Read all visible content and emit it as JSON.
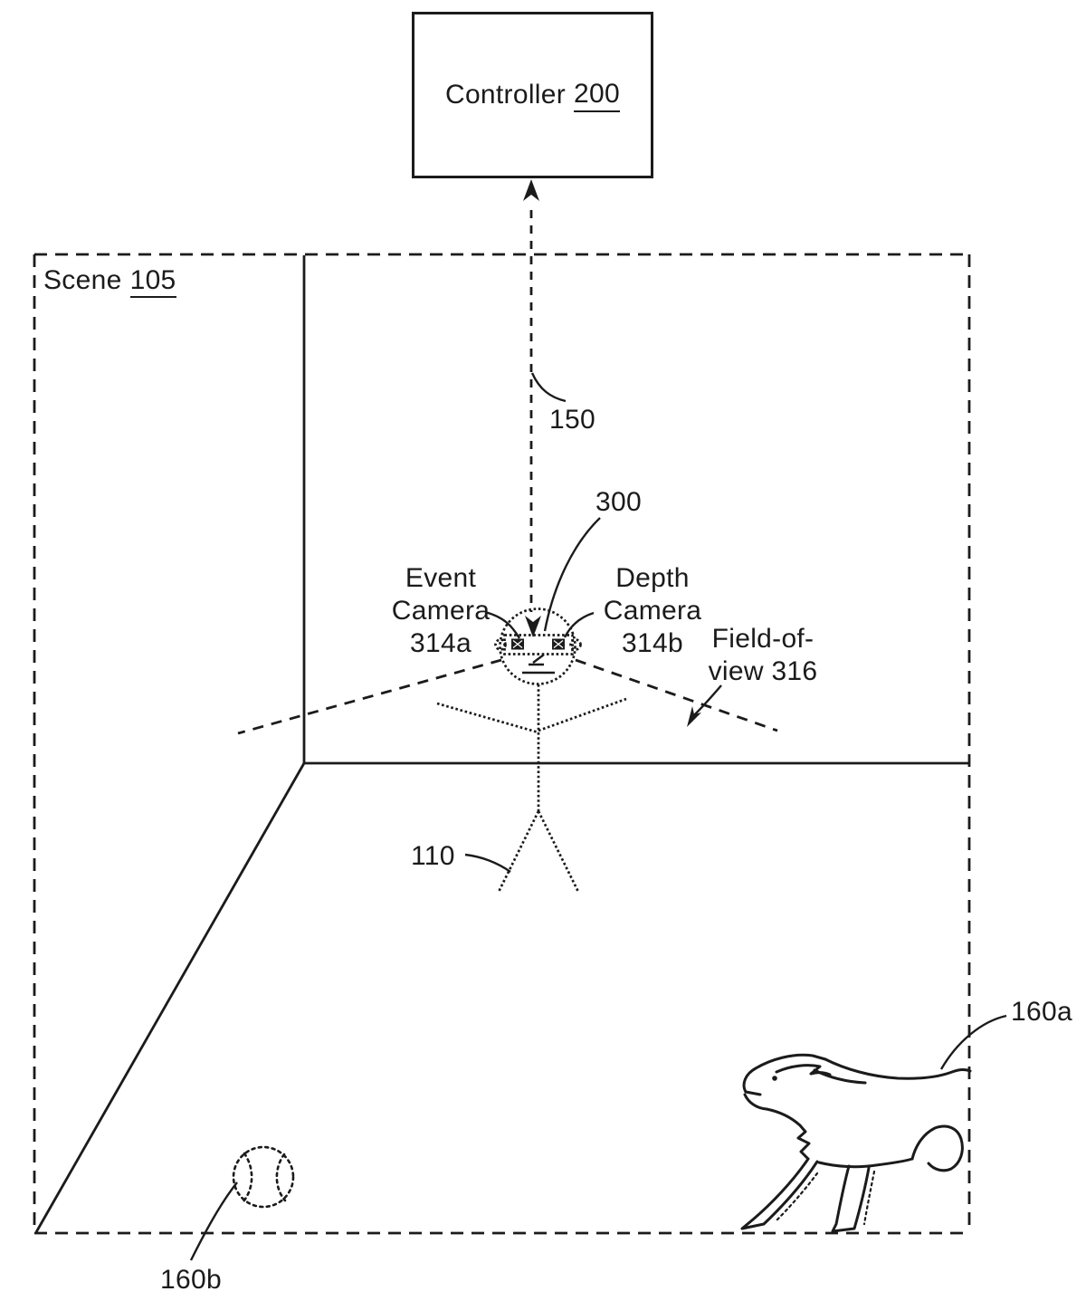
{
  "figure": {
    "controller": {
      "label": "Controller",
      "number": "200"
    },
    "scene": {
      "label": "Scene",
      "number": "105"
    },
    "connector_label": "150",
    "device_label": "300",
    "event_camera": {
      "line1": "Event",
      "line2": "Camera",
      "line3": "314a"
    },
    "depth_camera": {
      "line1": "Depth",
      "line2": "Camera",
      "line3": "314b"
    },
    "field_of_view": {
      "line1": "Field-of-",
      "line2": "view 316"
    },
    "person_label": "110",
    "dog_label": "160a",
    "ball_label": "160b",
    "colors": {
      "ink": "#1b1b1b",
      "background": "#ffffff"
    }
  }
}
